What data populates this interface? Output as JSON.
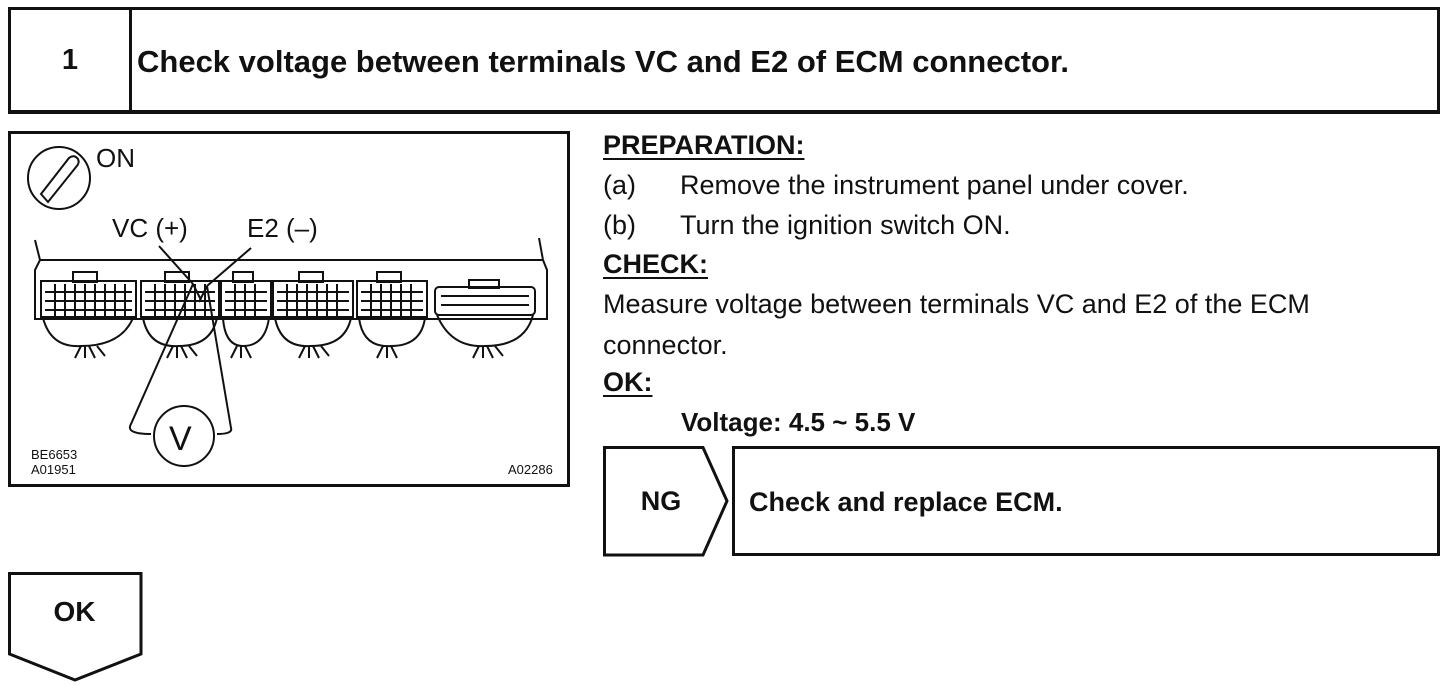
{
  "step": {
    "number": "1",
    "title": "Check voltage between terminals VC and E2 of ECM connector."
  },
  "figure": {
    "ignition_label": "ON",
    "vc_label": "VC (+)",
    "e2_label": "E2 (–)",
    "meter_symbol": "V",
    "code_left_1": "BE6653",
    "code_left_2": "A01951",
    "code_right": "A02286"
  },
  "preparation": {
    "heading": "PREPARATION:",
    "steps": [
      {
        "letter": "(a)",
        "text": "Remove the instrument panel under cover."
      },
      {
        "letter": "(b)",
        "text": "Turn the ignition switch ON."
      }
    ]
  },
  "check": {
    "heading": "CHECK:",
    "line1": "Measure voltage between terminals VC and E2 of the ECM",
    "line2": "connector."
  },
  "ok_spec": {
    "heading": "OK:",
    "spec": "Voltage: 4.5 ~ 5.5 V"
  },
  "ng_result": {
    "label": "NG",
    "action": "Check and replace ECM."
  },
  "ok_result": {
    "label": "OK"
  }
}
